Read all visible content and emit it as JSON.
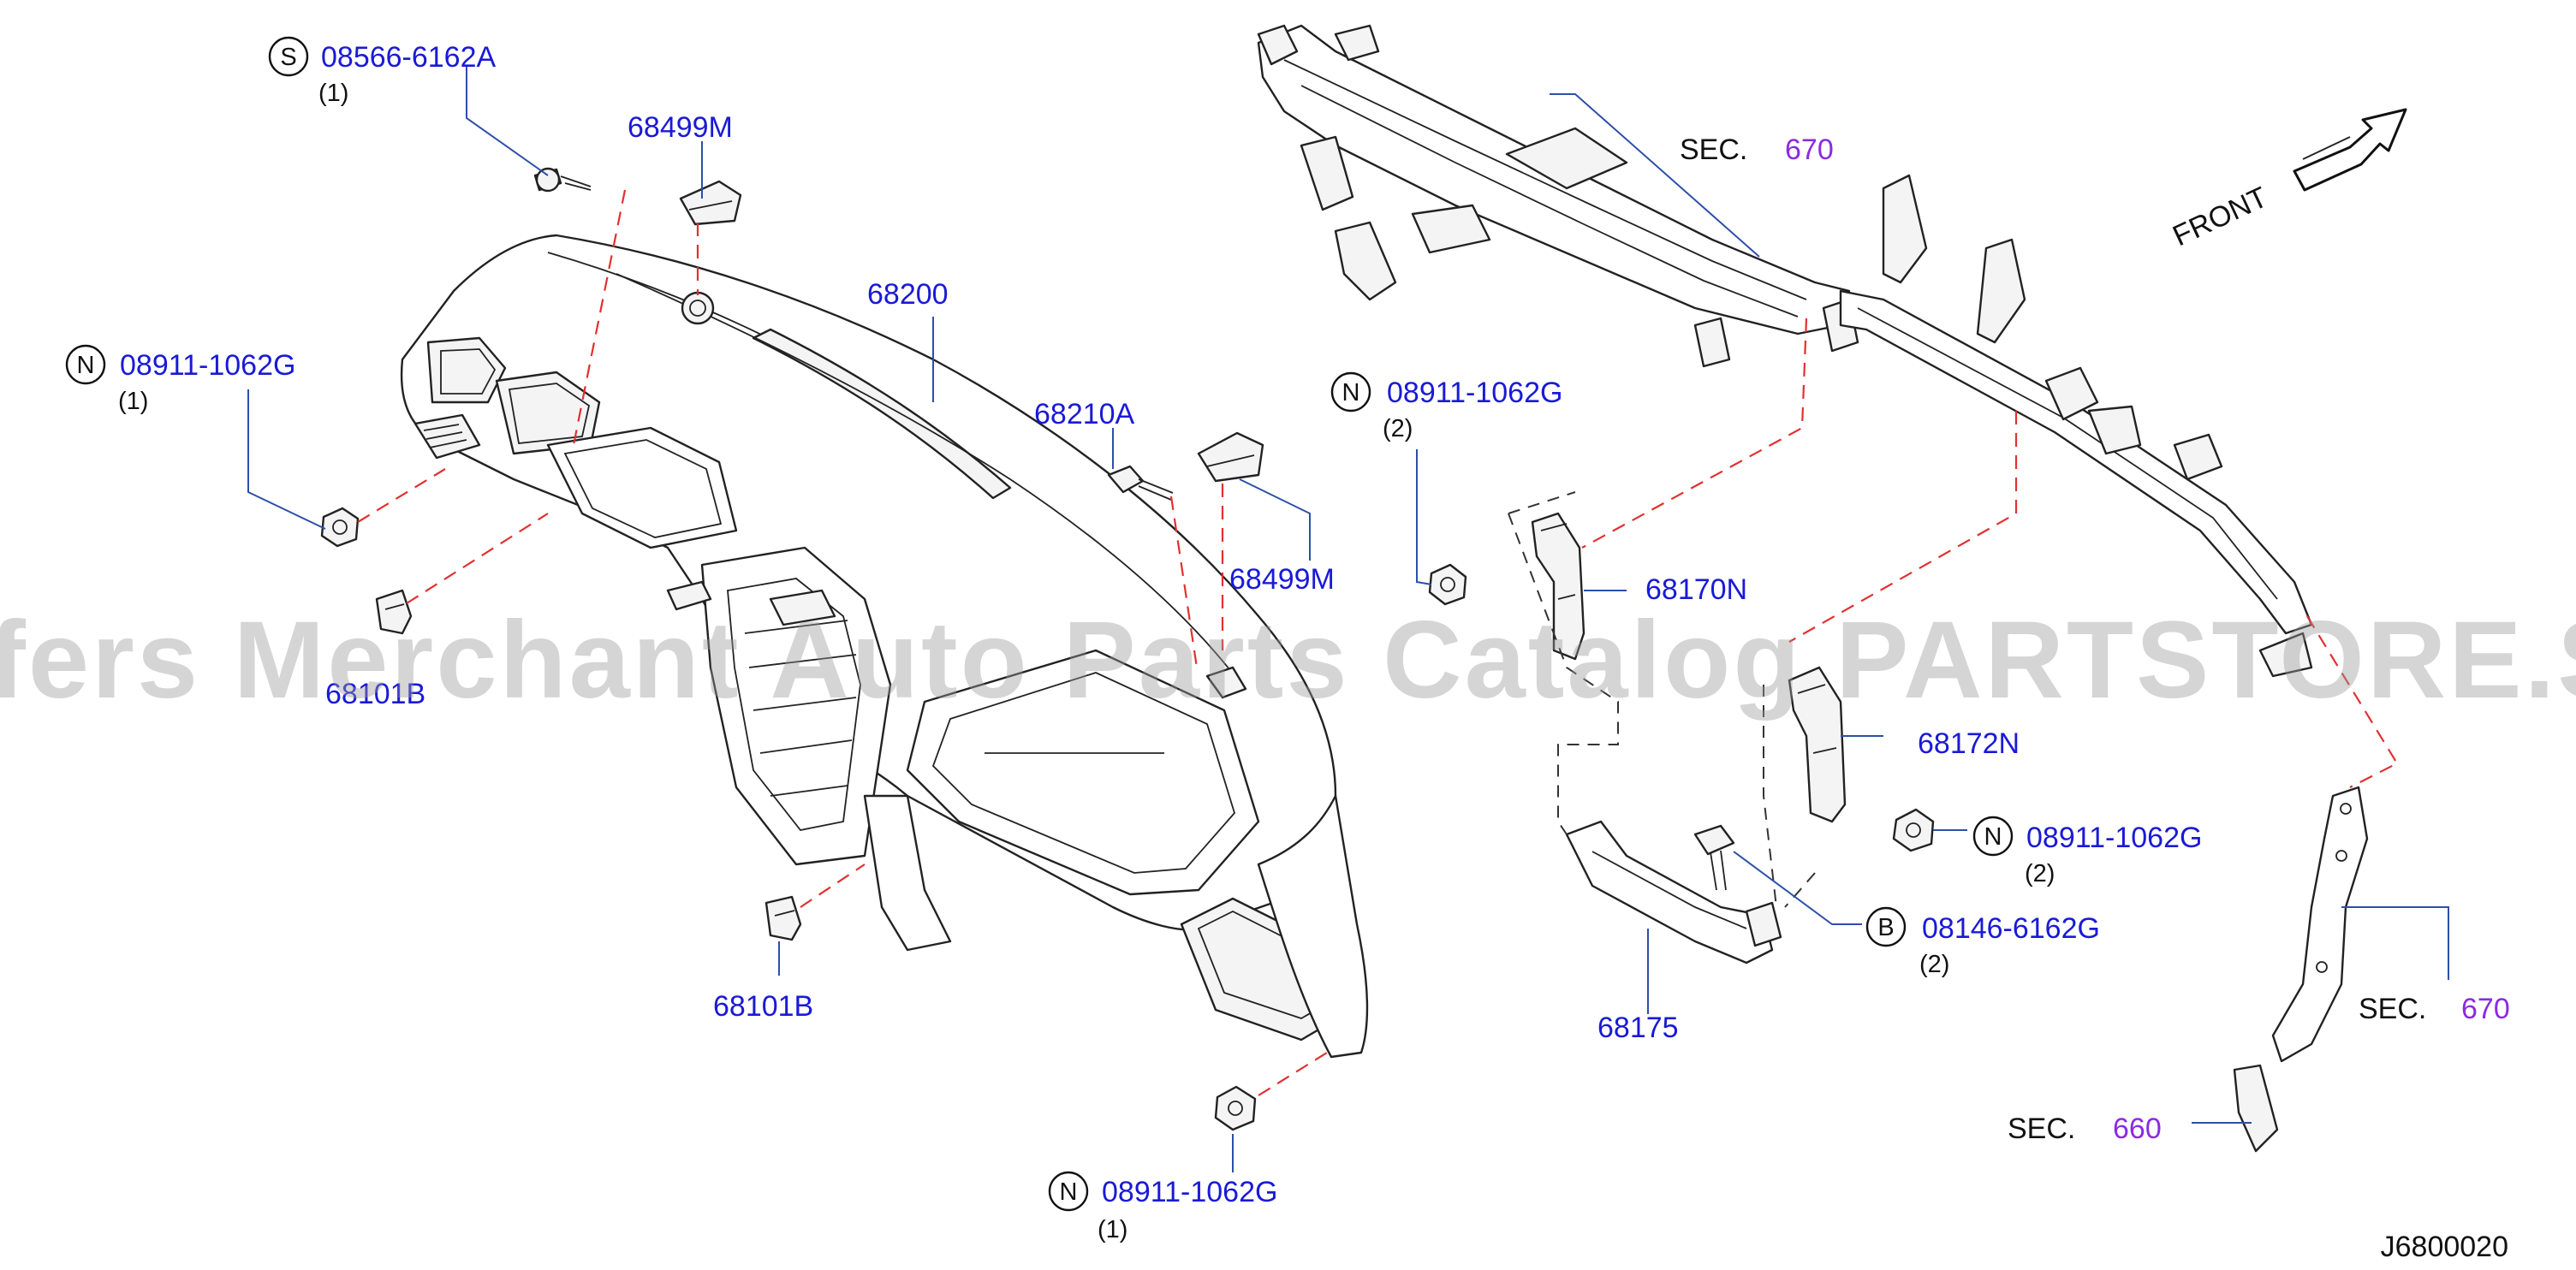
{
  "watermark": "Offers Merchant Auto Parts Catalog PARTSTORE.SA",
  "drawing_id": "J6800020",
  "front_label": "FRONT",
  "colors": {
    "part_label": "#1a1ad6",
    "sec_number": "#8a2be2",
    "leader": "#2d4fa8",
    "hidden_line": "#e23030"
  },
  "callouts": [
    {
      "id": "screw-s",
      "badge": "S",
      "part": "08566-6162A",
      "qty": "(1)"
    },
    {
      "id": "nut-n-left",
      "badge": "N",
      "part": "08911-1062G",
      "qty": "(1)"
    },
    {
      "id": "cap-top",
      "part": "68499M"
    },
    {
      "id": "panel",
      "part": "68200"
    },
    {
      "id": "bolt",
      "part": "68210A"
    },
    {
      "id": "cap-right",
      "part": "68499M"
    },
    {
      "id": "clip-left",
      "part": "68101B"
    },
    {
      "id": "clip-bottom",
      "part": "68101B"
    },
    {
      "id": "nut-n-bottom",
      "badge": "N",
      "part": "08911-1062G",
      "qty": "(1)"
    },
    {
      "id": "nut-n-mid",
      "badge": "N",
      "part": "08911-1062G",
      "qty": "(2)"
    },
    {
      "id": "bracket-a",
      "part": "68170N"
    },
    {
      "id": "bracket-b",
      "part": "68172N"
    },
    {
      "id": "nut-n-right",
      "badge": "N",
      "part": "08911-1062G",
      "qty": "(2)"
    },
    {
      "id": "bolt-b",
      "badge": "B",
      "part": "08146-6162G",
      "qty": "(2)"
    },
    {
      "id": "stay",
      "part": "68175"
    }
  ],
  "sections": [
    {
      "id": "sec-top",
      "prefix": "SEC.",
      "number": "670"
    },
    {
      "id": "sec-right",
      "prefix": "SEC.",
      "number": "670"
    },
    {
      "id": "sec-bottom",
      "prefix": "SEC.",
      "number": "660"
    }
  ],
  "icons": [
    "front-arrow-icon",
    "badge-circle-icon"
  ]
}
